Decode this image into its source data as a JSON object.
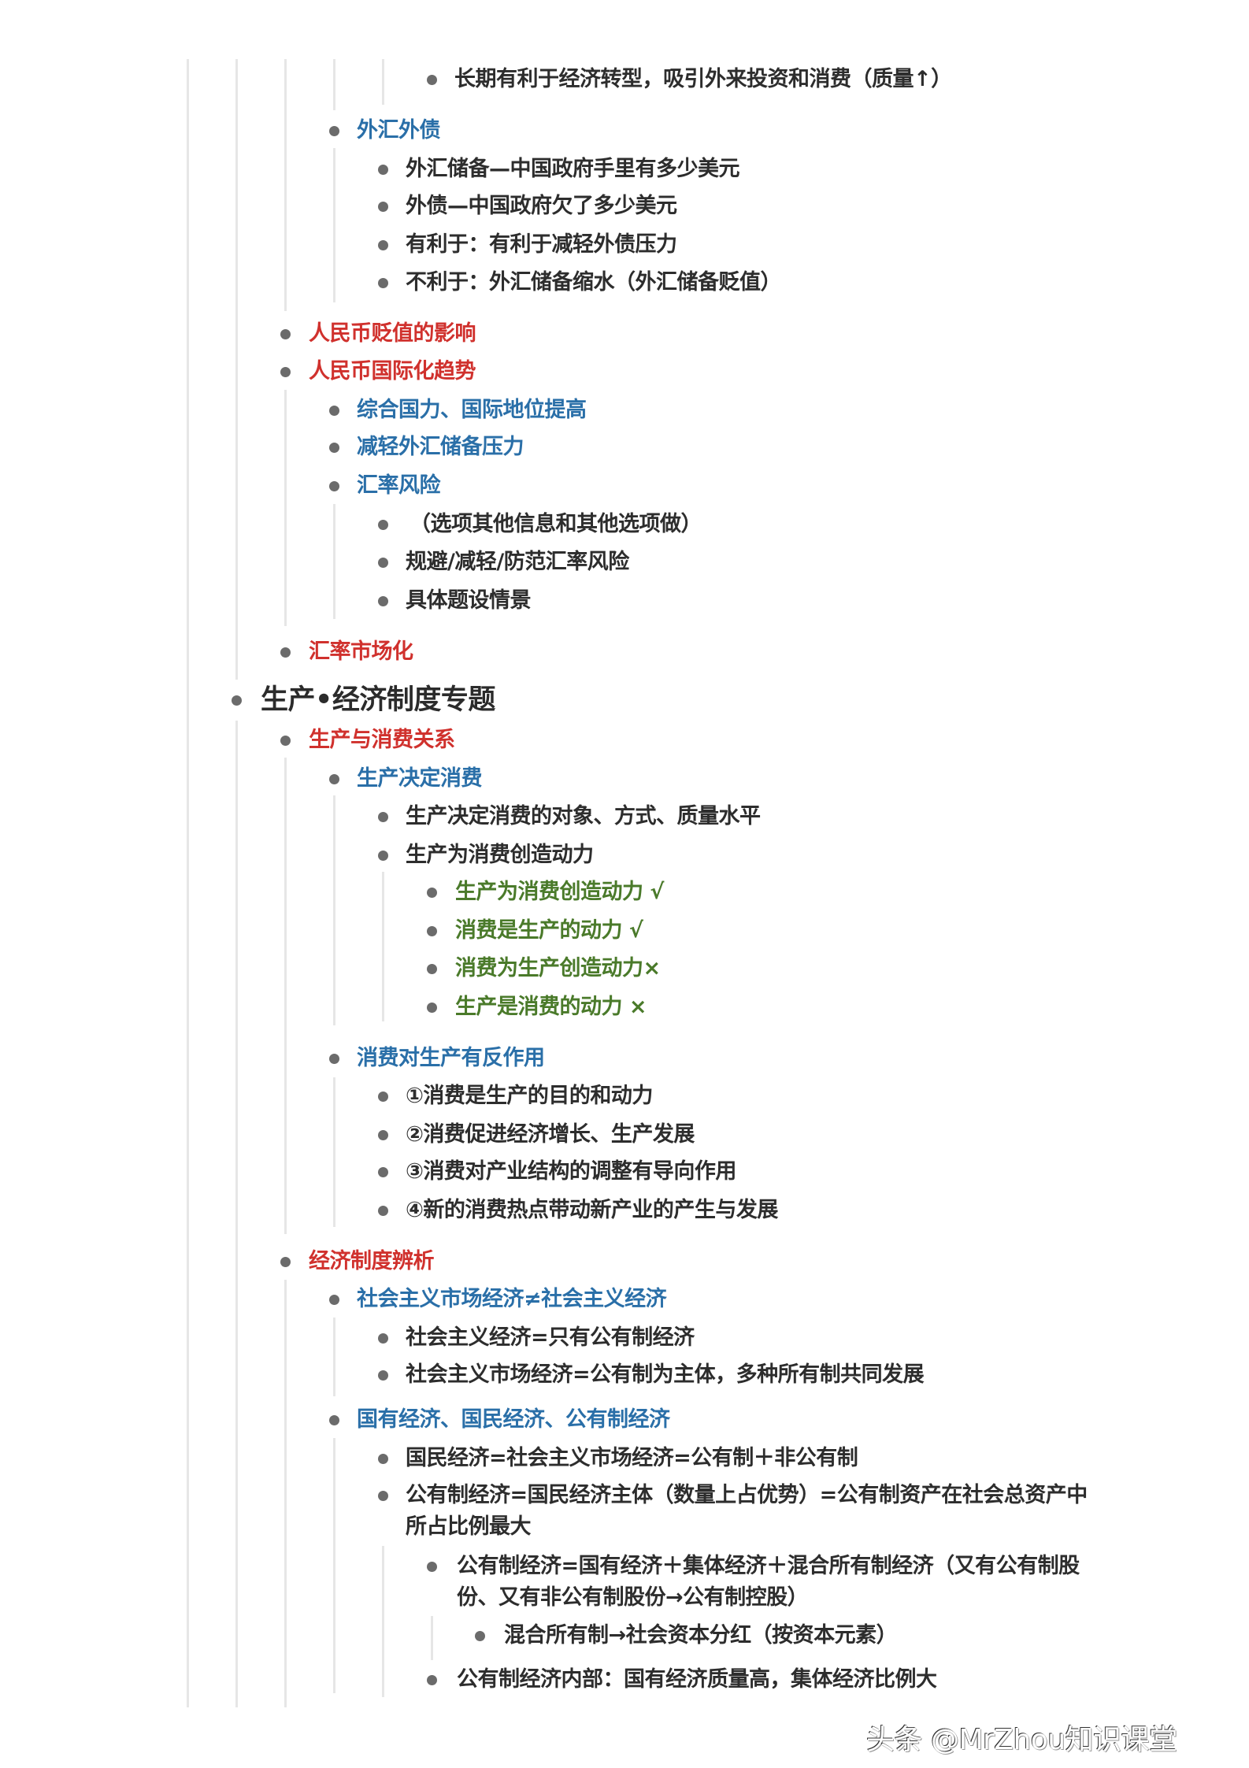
{
  "outline": {
    "r01": {
      "text": "长期有利于经济转型，吸引外来投资和消费（质量↑）"
    },
    "r02": {
      "text": "外汇外债"
    },
    "r03": {
      "text": "外汇储备—中国政府手里有多少美元"
    },
    "r04": {
      "text": "外债—中国政府欠了多少美元"
    },
    "r05": {
      "text": "有利于：有利于减轻外债压力"
    },
    "r06": {
      "text": "不利于：外汇储备缩水（外汇储备贬值）"
    },
    "r07": {
      "text": "人民币贬值的影响"
    },
    "r08": {
      "text": "人民币国际化趋势"
    },
    "r09": {
      "text": "综合国力、国际地位提高"
    },
    "r10": {
      "text": "减轻外汇储备压力"
    },
    "r11": {
      "text": "汇率风险"
    },
    "r12": {
      "text": "（选项其他信息和其他选项做）"
    },
    "r13": {
      "text": "规避/减轻/防范汇率风险"
    },
    "r14": {
      "text": "具体题设情景"
    },
    "r15": {
      "text": "汇率市场化"
    },
    "r16": {
      "text": "生产•经济制度专题"
    },
    "r17": {
      "text": "生产与消费关系"
    },
    "r18": {
      "text": "生产决定消费"
    },
    "r19": {
      "text": "生产决定消费的对象、方式、质量水平"
    },
    "r20": {
      "text": "生产为消费创造动力"
    },
    "r21": {
      "text": "生产为消费创造动力 √"
    },
    "r22": {
      "text": "消费是生产的动力 √"
    },
    "r23": {
      "text": "消费为生产创造动力×"
    },
    "r24": {
      "text": "生产是消费的动力 ×"
    },
    "r25": {
      "text": "消费对生产有反作用"
    },
    "r26": {
      "text": "①消费是生产的目的和动力"
    },
    "r27": {
      "text": "②消费促进经济增长、生产发展"
    },
    "r28": {
      "text": "③消费对产业结构的调整有导向作用"
    },
    "r29": {
      "text": "④新的消费热点带动新产业的产生与发展"
    },
    "r30": {
      "text": "经济制度辨析"
    },
    "r31": {
      "text": "社会主义市场经济≠社会主义经济"
    },
    "r32": {
      "text": "社会主义经济=只有公有制经济"
    },
    "r33": {
      "text": "社会主义市场经济=公有制为主体，多种所有制共同发展"
    },
    "r34": {
      "text": "国有经济、国民经济、公有制经济"
    },
    "r35": {
      "text": "国民经济=社会主义市场经济=公有制＋非公有制"
    },
    "r36": {
      "text": "公有制经济=国民经济主体（数量上占优势）=公有制资产在社会总资产中所占比例最大"
    },
    "r37": {
      "text": "公有制经济=国有经济＋集体经济＋混合所有制经济（又有公有制股份、又有非公有制股份→公有制控股）"
    },
    "r38": {
      "text": "混合所有制→社会资本分红（按资本元素）"
    },
    "r39": {
      "text": "公有制经济内部：国有经济质量高，集体经济比例大"
    }
  },
  "watermark": {
    "text": "头条 @MrZhou知识课堂"
  },
  "colors": {
    "level1_red": "#d0312d",
    "level2_blue": "#2a6fa8",
    "judgement_green": "#4a7a2a",
    "body_text": "#2d2d2d",
    "bullet": "#6b6b6b",
    "guide_line": "#e6e6e6"
  }
}
